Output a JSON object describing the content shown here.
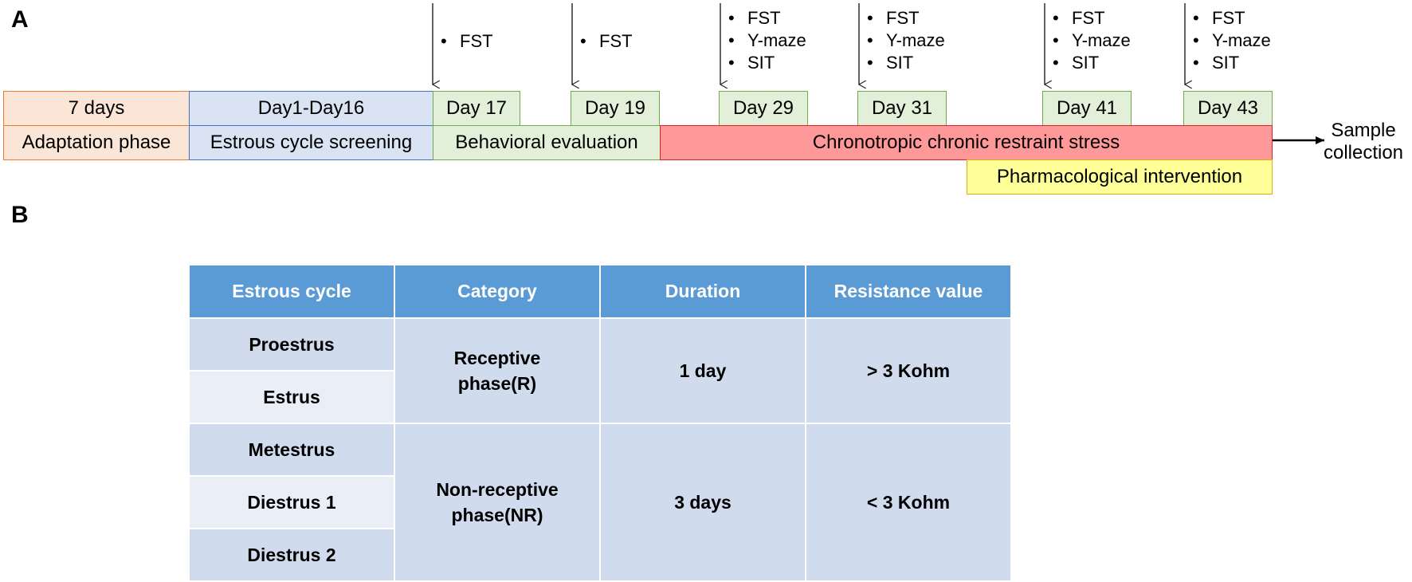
{
  "panel_a": {
    "label": "A",
    "top_row": {
      "adaptation_days": "7 days",
      "screening_days": "Day1-Day16",
      "day17": "Day 17",
      "day19": "Day 19",
      "day29": "Day 29",
      "day31": "Day 31",
      "day41": "Day 41",
      "day43": "Day 43"
    },
    "phases": {
      "adaptation": "Adaptation phase",
      "screening": "Estrous cycle screening",
      "behavioral": "Behavioral evaluation",
      "stress": "Chronotropic chronic restraint stress",
      "intervention": "Pharmacological intervention"
    },
    "tests": {
      "day17": [
        "FST"
      ],
      "day19": [
        "FST"
      ],
      "day29": [
        "FST",
        "Y-maze",
        "SIT"
      ],
      "day31": [
        "FST",
        "Y-maze",
        "SIT"
      ],
      "day41": [
        "FST",
        "Y-maze",
        "SIT"
      ],
      "day43": [
        "FST",
        "Y-maze",
        "SIT"
      ]
    },
    "sample_collection": [
      "Sample",
      "collection"
    ],
    "colors": {
      "adaptation_fill": "#fbe5d6",
      "adaptation_border": "#ed7d31",
      "screening_fill": "#dae3f3",
      "screening_border": "#4472c4",
      "behavior_fill": "#e2f0d9",
      "behavior_border": "#70ad47",
      "stress_fill": "#ff9999",
      "stress_border": "#e02020",
      "intervention_fill": "#ffff99",
      "intervention_border": "#e6a817"
    }
  },
  "panel_b": {
    "label": "B",
    "headers": [
      "Estrous cycle",
      "Category",
      "Duration",
      "Resistance value"
    ],
    "stages": [
      "Proestrus",
      "Estrus",
      "Metestrus",
      "Diestrus 1",
      "Diestrus 2"
    ],
    "groups": [
      {
        "category_line1": "Receptive",
        "category_line2": "phase(R)",
        "duration": "1 day",
        "resistance": "> 3 Kohm"
      },
      {
        "category_line1": "Non-receptive",
        "category_line2": "phase(NR)",
        "duration": "3 days",
        "resistance": "< 3 Kohm"
      }
    ],
    "colors": {
      "header": "#5b9bd5",
      "row_dark": "#d0dcee",
      "row_light": "#e9eef7"
    }
  }
}
